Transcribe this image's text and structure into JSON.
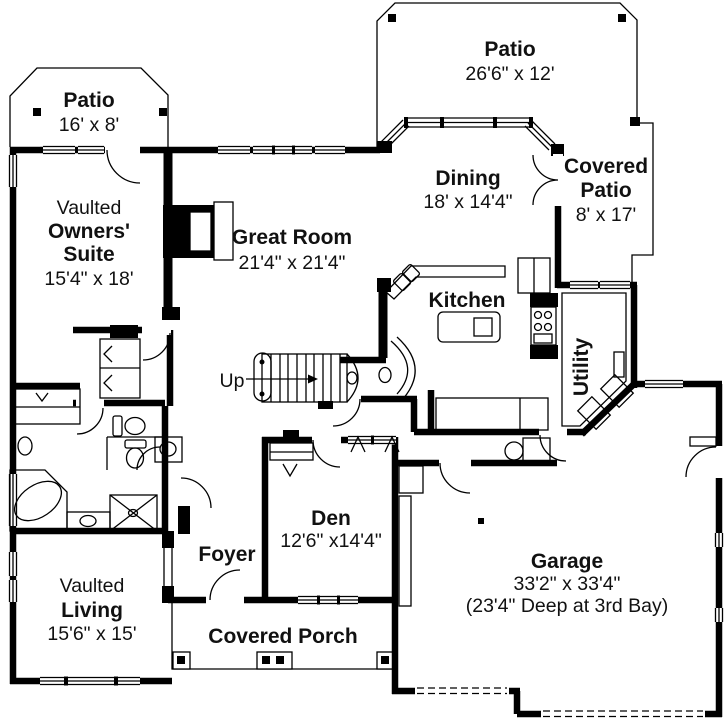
{
  "plan_type": "first-floor-plan",
  "colors": {
    "wall": "#000000",
    "background": "#ffffff",
    "text": "#111111"
  },
  "rooms": [
    {
      "id": "patio-top-left",
      "lines": [
        "Patio",
        "16' x 8'"
      ]
    },
    {
      "id": "patio-top-right",
      "lines": [
        "Patio",
        "26'6\" x 12'"
      ]
    },
    {
      "id": "covered-patio",
      "lines": [
        "Covered",
        "Patio",
        "8' x 17'"
      ]
    },
    {
      "id": "dining",
      "lines": [
        "Dining",
        "18' x 14'4\""
      ]
    },
    {
      "id": "great-room",
      "lines": [
        "Great Room",
        "21'4\" x 21'4\""
      ]
    },
    {
      "id": "owners-suite",
      "lines": [
        "Vaulted",
        "Owners'",
        "Suite",
        "15'4\" x 18'"
      ]
    },
    {
      "id": "kitchen",
      "lines": [
        "Kitchen"
      ]
    },
    {
      "id": "utility",
      "lines": [
        "Utility"
      ]
    },
    {
      "id": "den",
      "lines": [
        "Den",
        "12'6\" x14'4\""
      ]
    },
    {
      "id": "foyer",
      "lines": [
        "Foyer"
      ]
    },
    {
      "id": "garage",
      "lines": [
        "Garage",
        "33'2\" x 33'4\"",
        "(23'4\" Deep at 3rd Bay)"
      ]
    },
    {
      "id": "living",
      "lines": [
        "Vaulted",
        "Living",
        "15'6\" x 15'"
      ]
    },
    {
      "id": "covered-porch",
      "lines": [
        "Covered Porch"
      ]
    },
    {
      "id": "stairs",
      "lines": [
        "Up"
      ]
    }
  ]
}
